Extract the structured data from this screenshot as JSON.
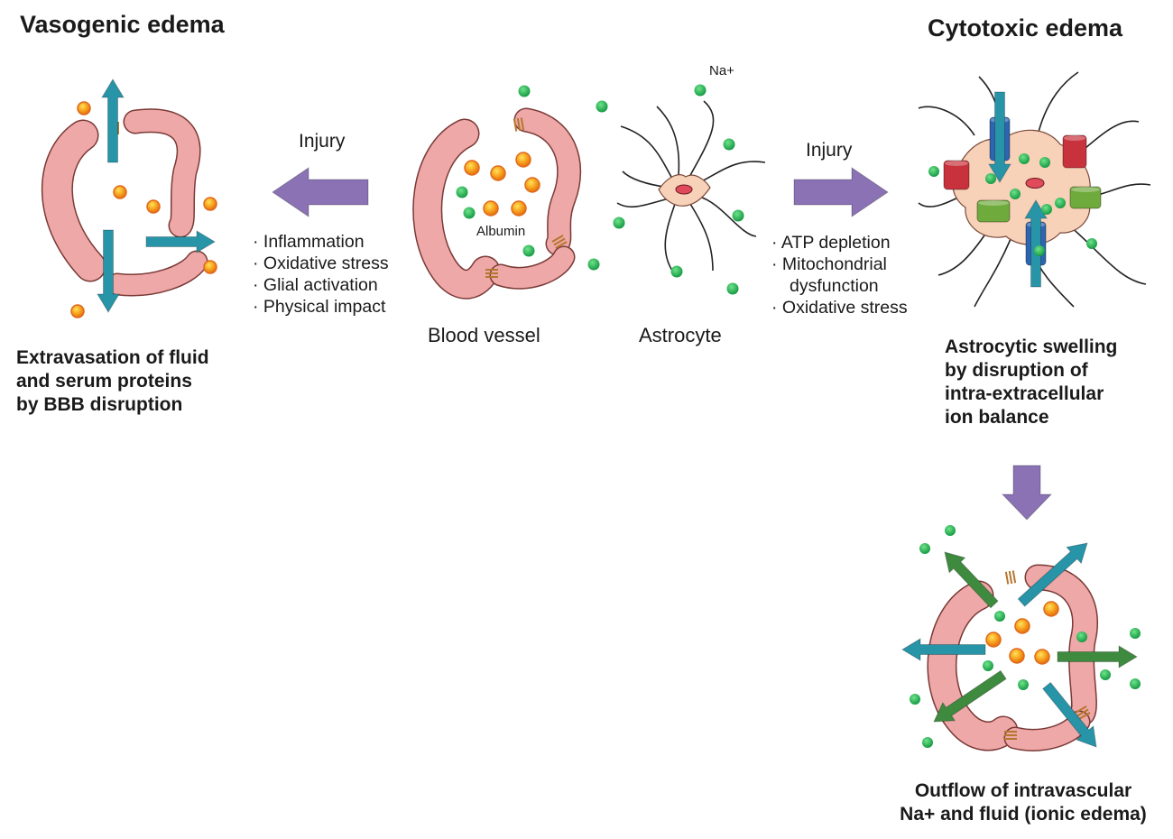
{
  "titles": {
    "vasogenic": "Vasogenic edema",
    "cytotoxic": "Cytotoxic edema"
  },
  "center": {
    "injury_left": "Injury",
    "injury_right": "Injury",
    "blood_vessel": "Blood vessel",
    "astrocyte": "Astrocyte",
    "albumin": "Albumin",
    "na_plus": "Na+"
  },
  "vasogenic_causes": [
    "Inflammation",
    "Oxidative stress",
    "Glial activation",
    "Physical impact"
  ],
  "cytotoxic_causes": [
    "ATP depletion",
    "Mitochondrial",
    "dysfunction",
    "Oxidative stress"
  ],
  "captions": {
    "vasogenic": [
      "Extravasation of fluid",
      "and serum proteins",
      "by BBB disruption"
    ],
    "cytotoxic": [
      "Astrocytic swelling",
      "by disruption of",
      "intra-extracellular",
      "ion balance"
    ],
    "ionic": [
      "Outflow of intravascular",
      "Na+ and fluid (ionic edema)"
    ]
  },
  "colors": {
    "vessel_fill": "#eea8a8",
    "vessel_stroke": "#7a3a36",
    "tight_junction": "#b5762e",
    "injury_arrow": "#8a72b5",
    "outflow_arrow": "#2794a8",
    "green_arrow": "#3e8a3e",
    "sodium_dot": "#1faa4f",
    "albumin_dot": "#f39419",
    "astrocyte_body": "#f7d1b8",
    "nucleus": "#e04a5a",
    "channel_blue": "#2e64b0",
    "channel_red": "#c8323c",
    "channel_green": "#6faa3c"
  }
}
